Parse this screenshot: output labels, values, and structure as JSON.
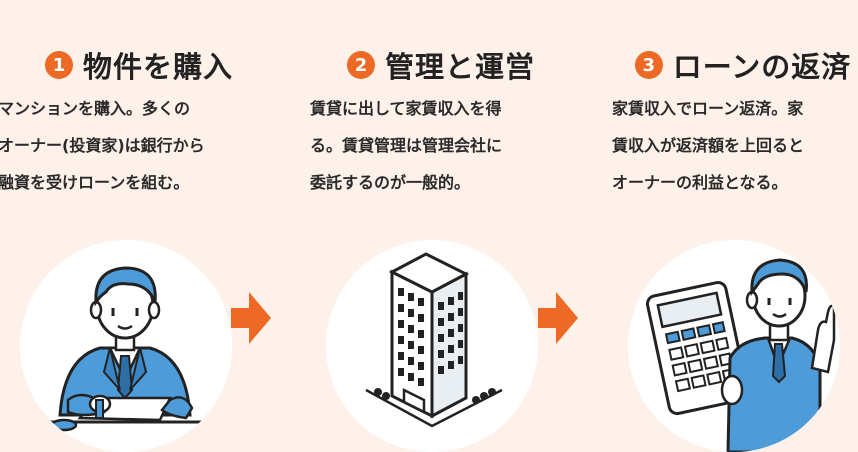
{
  "steps": [
    {
      "number": "1",
      "title": "物件を購入",
      "description": "マンションを購入。多くの\nオーナー(投資家)は銀行から\n融資を受けローンを組む。",
      "icon": "businessman-signing-contract-icon"
    },
    {
      "number": "2",
      "title": "管理と運営",
      "description": "賃貸に出して家賃収入を得\nる。賃貸管理は管理会社に\n委託するのが一般的。",
      "icon": "apartment-building-icon"
    },
    {
      "number": "3",
      "title": "ローンの返済",
      "description": "家賃収入でローン返済。家\n賃収入が返済額を上回ると\nオーナーの利益となる。",
      "icon": "businessman-calculator-icon"
    }
  ],
  "colors": {
    "background": "#fdf1ea",
    "accent": "#ec6a25",
    "suit_blue": "#4d9bd8",
    "circle": "#ffffff"
  }
}
